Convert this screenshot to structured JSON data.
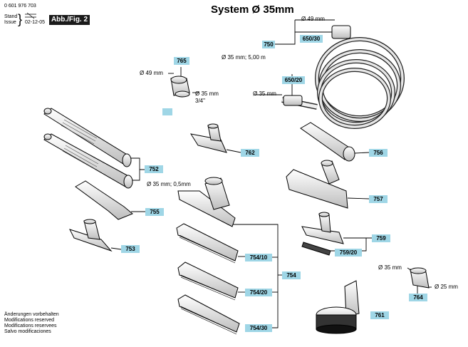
{
  "header": {
    "doc_number": "0 601 976 703",
    "stand_label": "Stand",
    "issue_label": "Issue",
    "date": "02-12-05",
    "fig_label": "Abb./Fig. 2"
  },
  "title": "System Ø 35mm",
  "footer": [
    "Änderungen vorbehalten",
    "Modifications reserved",
    "Modifications reservees",
    "Salvo modificaciones"
  ],
  "dimensions": {
    "d49_top": "Ø 49 mm",
    "d49_left": "Ø 49 mm",
    "d35_765": "Ø 35 mm",
    "inch_765": "3/4\"",
    "hose_length": "Ø 35 mm; 5,00 m",
    "d35_hose_end": "Ø 35 mm",
    "d35_tubes": "Ø 35 mm; 0,5mm",
    "d35_764": "Ø 35 mm",
    "d25_764": "Ø 25 mm"
  },
  "parts": {
    "p750": "750",
    "p650_30": "650/30",
    "p650_20": "650/20",
    "p765": "765",
    "p762": "762",
    "p756": "756",
    "p752": "752",
    "p757": "757",
    "p755": "755",
    "p759": "759",
    "p753": "753",
    "p759_20": "759/20",
    "p754_10": "754/10",
    "p754": "754",
    "p754_20": "754/20",
    "p754_30": "754/30",
    "p764": "764",
    "p761": "761"
  }
}
